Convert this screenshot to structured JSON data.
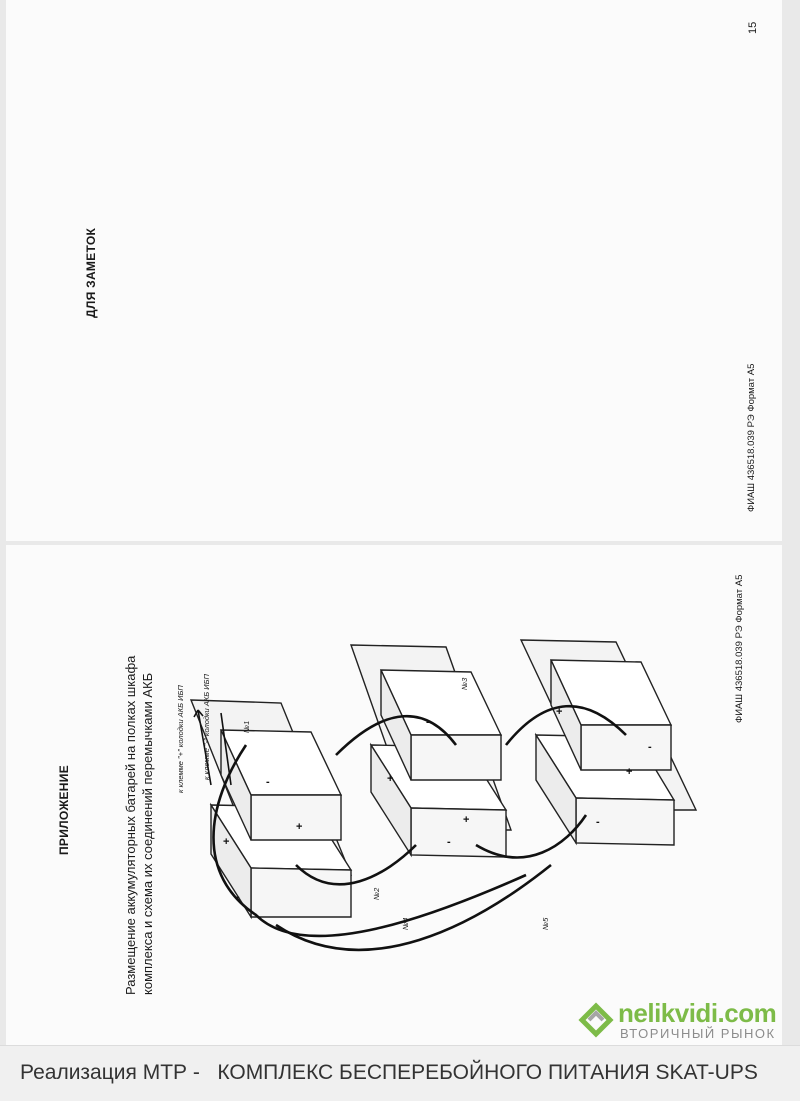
{
  "top_page": {
    "heading": "ДЛЯ ЗАМЕТОК",
    "doc_code": "ФИАШ 436518.039 РЭ Формат А5",
    "page_number": "15"
  },
  "bottom_page": {
    "heading": "ПРИЛОЖЕНИЕ",
    "description": "Размещение аккумуляторных батарей на полках шкафа комплекса и схема их соединений перемычками АКБ",
    "doc_code": "ФИАШ 436518.039 РЭ Формат А5",
    "diagram": {
      "plus_terminal_label": "к клемме \"+\" колодки АКБ ИБП",
      "minus_terminal_label": "к клемме \"-\" колодки АКБ ИБП",
      "jumpers": [
        "№1",
        "№2",
        "№3",
        "№4",
        "№5"
      ],
      "polarity": [
        "+",
        "-"
      ]
    }
  },
  "watermark": {
    "name": "nelikvidi.com",
    "tagline": "ВТОРИЧНЫЙ РЫНОК",
    "brand_color": "#7dbb48"
  },
  "bottom_bar": {
    "caption": "Реализация МТР -   КОМПЛЕКС БЕСПЕРЕБОЙНОГО ПИТАНИЯ SKAT-UPS"
  }
}
